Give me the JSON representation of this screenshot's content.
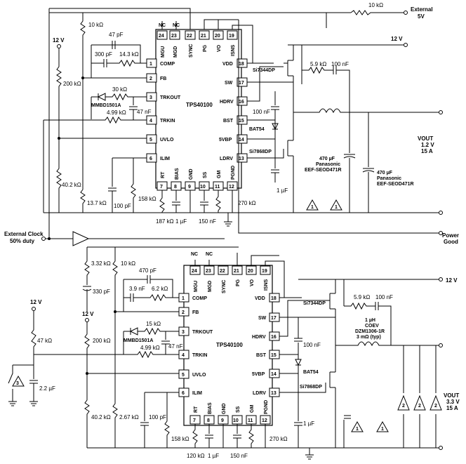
{
  "top": {
    "ic": "TPS40100",
    "rails": {
      "ext": "External",
      "ext_v": "5V",
      "v12": "12 V",
      "v12_left": "12 V"
    },
    "r10k_top": "10 kΩ",
    "r10k_left": "10 kΩ",
    "c47p": "47 pF",
    "c300p": "300 pF",
    "r14k3": "14.3 kΩ",
    "r200k": "200 kΩ",
    "r30k": "30 kΩ",
    "diode": "MMBD1501A",
    "c47n": "47 nF",
    "r4k99": "4.99 kΩ",
    "r40k2": "40.2 kΩ",
    "r13k7": "13.7 kΩ",
    "c100p": "100 pF",
    "r158k": "158 kΩ",
    "r187k": "187 kΩ",
    "c1u_bias": "1 µF",
    "c150n": "150 nF",
    "r270k": "270 kΩ",
    "fet_hi": "Si7344DP",
    "fet_lo": "Si7868DP",
    "r5k9": "5.9 kΩ",
    "c100n_snub": "100 nF",
    "c100n_bst": "100 nF",
    "bat": "BAT54",
    "c1u_vbp": "1 µF",
    "vout_label": "VOUT",
    "vout_v": "1.2 V",
    "vout_i": "15 A",
    "cap1_val": "470 µF",
    "cap1_mfr": "Panasonic",
    "cap1_pn": "EEF-SEOD471R",
    "cap2_val": "470 µF",
    "cap2_mfr": "Panasonic",
    "cap2_pn": "EEF-SEOD471R",
    "pins": {
      "p24": "24",
      "p23": "23",
      "p22": "22",
      "p21": "21",
      "p20": "20",
      "p19": "19",
      "n24": "MGU",
      "n23": "MGD",
      "n22": "SYNC",
      "n21": "PG",
      "n20": "VO",
      "n19": "ISNS",
      "nc1": "NC",
      "nc2": "NC",
      "p1": "1",
      "p2": "2",
      "p3": "3",
      "p4": "4",
      "p5": "5",
      "p6": "6",
      "n1": "COMP",
      "n2": "FB",
      "n3": "TRKOUT",
      "n4": "TRKIN",
      "n5": "UVLO",
      "n6": "ILIM",
      "p18": "18",
      "p17": "17",
      "p16": "16",
      "p15": "15",
      "p14": "14",
      "p13": "13",
      "n18": "VDD",
      "n17": "SW",
      "n16": "HDRV",
      "n15": "BST",
      "n14": "5VBP",
      "n13": "LDRV",
      "p7": "7",
      "p8": "8",
      "p9": "9",
      "p10": "10",
      "p11": "11",
      "p12": "12",
      "n7": "RT",
      "n8": "BIAS",
      "n9": "GND",
      "n10": "SS",
      "n11": "GM",
      "n12": "PGND"
    }
  },
  "middle": {
    "ext_clock": "External Clock",
    "duty": "50% duty",
    "power": "Power",
    "good": "Good"
  },
  "bottom": {
    "ic": "TPS40100",
    "v12_right": "12 V",
    "v12_a": "12 V",
    "v12_b": "12 V",
    "r3k32": "3.32 kΩ",
    "c330p": "330 pF",
    "r10k": "10 kΩ",
    "c470p": "470 pF",
    "c3n9": "3.9 nF",
    "r6k2": "6.2 kΩ",
    "r15k": "15 kΩ",
    "diode": "MMBD1501A",
    "c47n": "47 nF",
    "r4k99": "4.99 kΩ",
    "r47k": "47 kΩ",
    "r200k": "200 kΩ",
    "c2u2": "2.2 µF",
    "r40k2": "40.2 kΩ",
    "r2k67": "2.67 kΩ",
    "c100p": "100 pF",
    "r158k": "158 kΩ",
    "r120k": "120 kΩ",
    "c1u_bias": "1 µF",
    "c150n": "150 nF",
    "r270k": "270 kΩ",
    "fet_hi": "Si7344DP",
    "fet_lo": "Si7868DP",
    "r5k9": "5.9 kΩ",
    "c100n_snub": "100 nF",
    "ind_val": "1 µH",
    "ind_mfr": "COEV",
    "ind_pn": "DZM1306-1R",
    "ind_r": "3 mΩ (typ)",
    "c100n_bst": "100 nF",
    "bat": "BAT54",
    "c1u_vbp": "1 µF",
    "vout_label": "VOUT",
    "vout_v": "3.3 V",
    "vout_i": "15 A",
    "note2": "2",
    "note3": "3",
    "note1": "1"
  },
  "notes": {
    "n1": "1",
    "n3": "3"
  }
}
